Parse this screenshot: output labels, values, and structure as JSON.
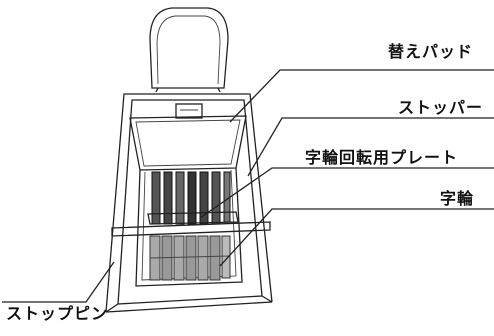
{
  "labels": {
    "pad": "替えパッド",
    "stopper": "ストッパー",
    "plate": "字輪回転用プレート",
    "wheel": "字輪",
    "pin": "ストップピン"
  }
}
